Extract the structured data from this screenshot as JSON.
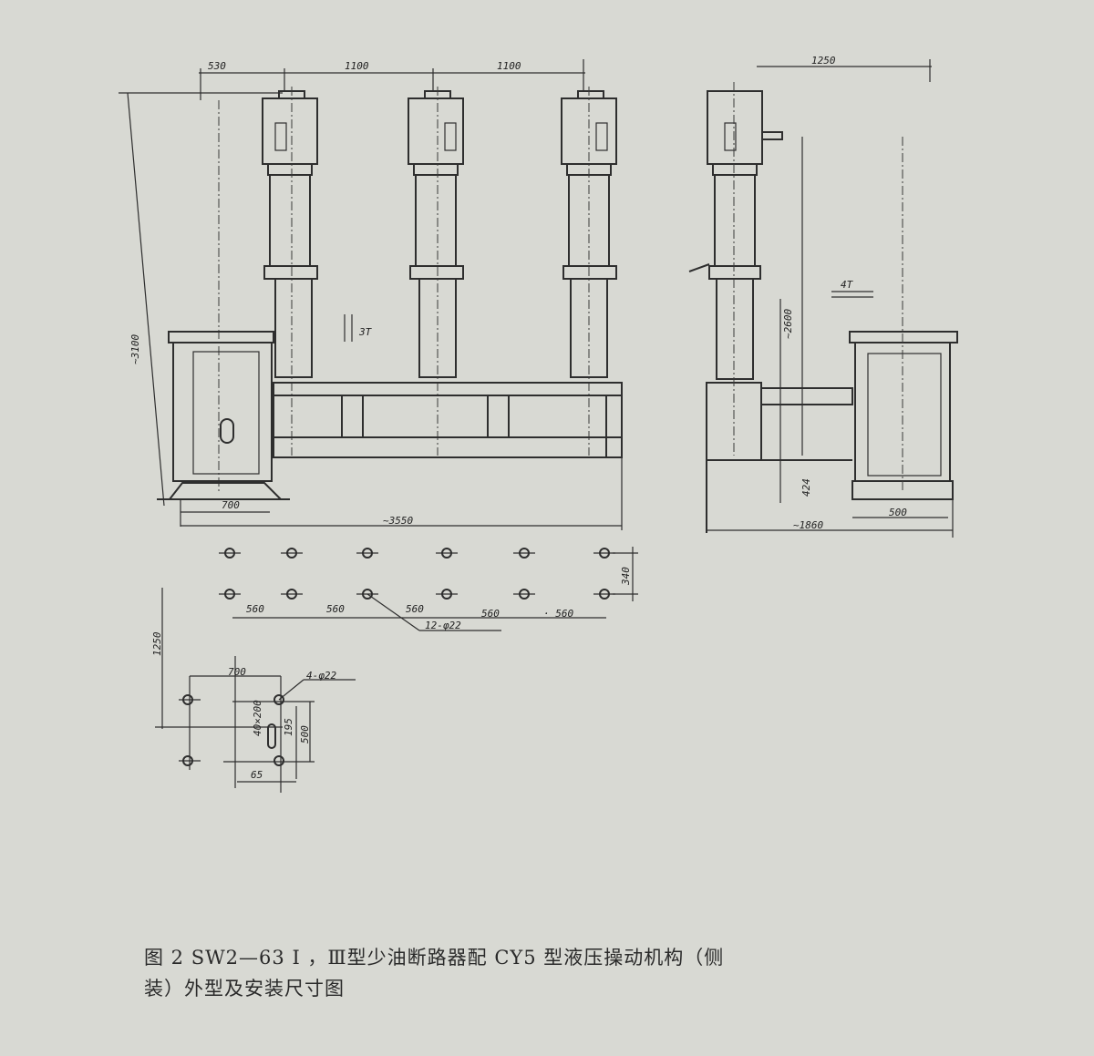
{
  "drawing": {
    "dimensions": {
      "top_530": "530",
      "top_1100_a": "1100",
      "top_1100_b": "1100",
      "top_1250": "1250",
      "height_3100": "~3100",
      "height_2600": "~2600",
      "label_3t": "3T",
      "label_4t": "4T",
      "cabinet_700": "700",
      "overall_3550": "~3550",
      "side_424": "424",
      "side_500": "500",
      "side_1860": "~1860",
      "plan_340": "340",
      "plan_560": [
        "560",
        "560",
        "560",
        "560",
        "· 560"
      ],
      "plan_holes": "12-φ22",
      "plan_1250": "1250",
      "mech_700": "700",
      "mech_holes": "4-φ22",
      "mech_slot": "40×200",
      "mech_195": "195",
      "mech_500": "500",
      "mech_65": "65"
    }
  },
  "caption": {
    "line1": "图 2  SW2—63 I ，Ⅲ型少油断路器配 CY5 型液压操动机构（侧",
    "line2": "装）外型及安装尺寸图"
  }
}
